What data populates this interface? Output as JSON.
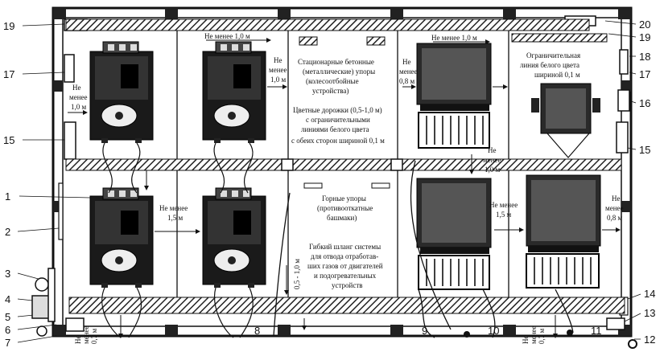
{
  "callouts": {
    "left": [
      "19",
      "17",
      "15",
      "1",
      "2",
      "3",
      "4",
      "5",
      "6",
      "7"
    ],
    "right": [
      "20",
      "19",
      "18",
      "17",
      "16",
      "15",
      "14",
      "13",
      "12"
    ],
    "bottom": [
      "8",
      "9",
      "10",
      "11"
    ]
  },
  "labels": {
    "top_dist_1": "Не менее 1,0 м",
    "top_dist_2": "Не менее 1,0 м",
    "left_dist_top": [
      "Не",
      "менее",
      "1,0 м"
    ],
    "mid_dist_top": [
      "Не",
      "менее",
      "1,0 м"
    ],
    "center_dist": [
      "Не менее",
      "1,5 м"
    ],
    "right_dist_top": [
      "Не",
      "менее",
      "0,8 м"
    ],
    "right_dist_mid": [
      "Не",
      "менее",
      "1,0 м"
    ],
    "right_center_dist": [
      "Не менее",
      "1,5 м"
    ],
    "far_right_dist": [
      "Не",
      "менее",
      "0,8 м"
    ],
    "bottom_left_dist": [
      "Не",
      "менее",
      "0,7 м"
    ],
    "bottom_right_dist": [
      "Не",
      "менее",
      "0,7 м"
    ],
    "vertical_dist": "0,5 - 1,0 м",
    "stops_text": [
      "Стационарные бетонные",
      "(металлические) упоры",
      "(колесоотбойные",
      "устройства)"
    ],
    "paths_text": [
      "Цветные дорожки (0,5-1,0 м)",
      "с ограничительными",
      "линиями белого цвета",
      "с обеих сторон шириной 0,1 м"
    ],
    "mountain_stops": [
      "Горные упоры",
      "(противооткатные",
      "башмаки)"
    ],
    "hose_text": [
      "Гибкий шланг системы",
      "для отвода отработав-",
      "ших газов от двигателей",
      "и подогревательных",
      "устройств"
    ],
    "white_line_text": [
      "Ограничительная",
      "линия белого цвета",
      "шириной 0,1 м"
    ]
  }
}
